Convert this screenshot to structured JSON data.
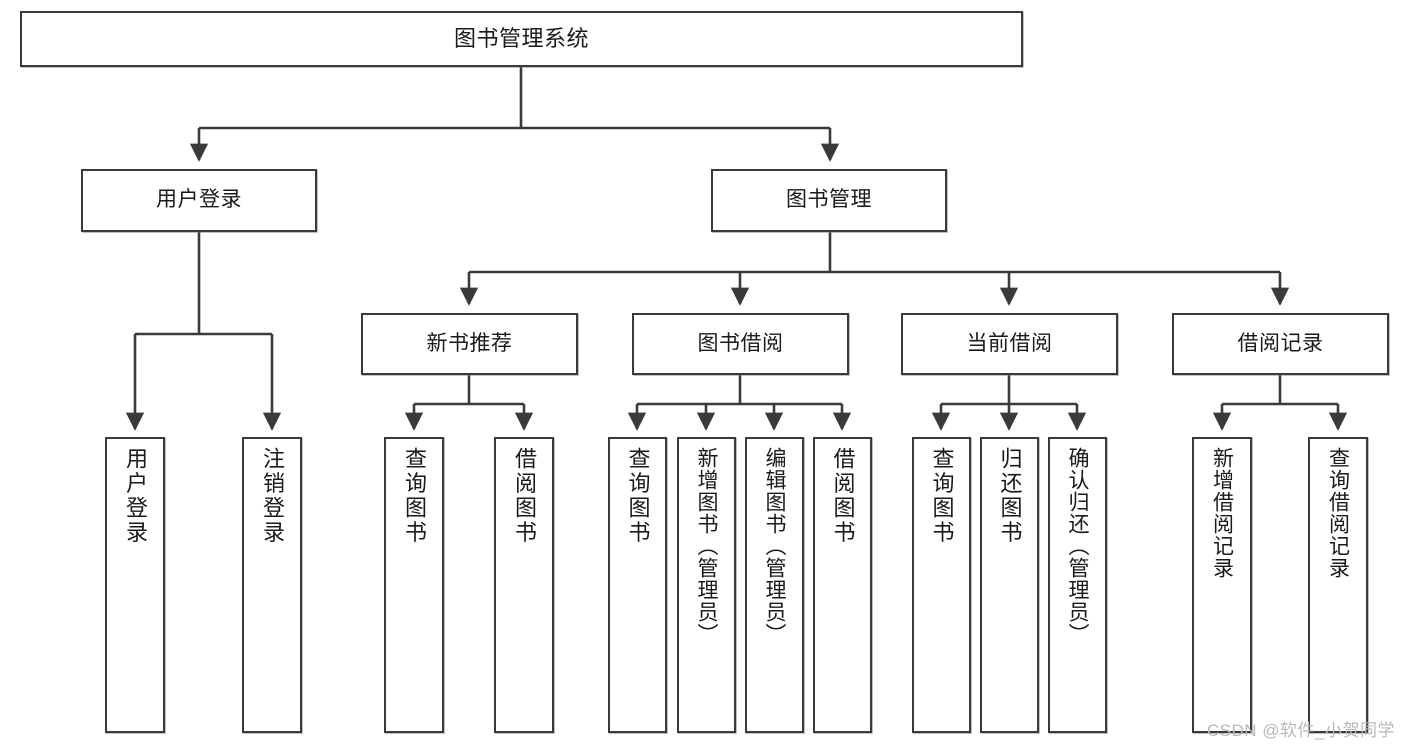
{
  "diagram": {
    "type": "tree-hierarchy",
    "title": "图书管理系统",
    "orientation": "top-down",
    "edge_style": "orthogonal-arrow",
    "colors": {
      "node_border": "#3a3a3a",
      "node_fill": "#ffffff",
      "edge": "#3a3a3a",
      "text": "#1a1a1a",
      "watermark": "#b9b9b9",
      "background": "#ffffff"
    },
    "root": {
      "id": "root",
      "label": "图书管理系统"
    },
    "level1": [
      {
        "id": "user-login",
        "label": "用户登录"
      },
      {
        "id": "book-manage",
        "label": "图书管理"
      }
    ],
    "level2": [
      {
        "id": "new-book-rec",
        "label": "新书推荐",
        "parent": "book-manage"
      },
      {
        "id": "book-borrow",
        "label": "图书借阅",
        "parent": "book-manage"
      },
      {
        "id": "current-borrow",
        "label": "当前借阅",
        "parent": "book-manage"
      },
      {
        "id": "borrow-record",
        "label": "借阅记录",
        "parent": "book-manage"
      }
    ],
    "leaves": {
      "user-login": [
        {
          "id": "leaf-user-login",
          "label": "用户登录"
        },
        {
          "id": "leaf-user-logout",
          "label": "注销登录"
        }
      ],
      "new-book-rec": [
        {
          "id": "leaf-query-book-1",
          "label": "查询图书"
        },
        {
          "id": "leaf-borrow-book-1",
          "label": "借阅图书"
        }
      ],
      "book-borrow": [
        {
          "id": "leaf-query-book-2",
          "label": "查询图书"
        },
        {
          "id": "leaf-add-book",
          "label": "新增图书（管理员）"
        },
        {
          "id": "leaf-edit-book",
          "label": "编辑图书（管理员）"
        },
        {
          "id": "leaf-borrow-book-2",
          "label": "借阅图书"
        }
      ],
      "current-borrow": [
        {
          "id": "leaf-query-book-3",
          "label": "查询图书"
        },
        {
          "id": "leaf-return-book",
          "label": "归还图书"
        },
        {
          "id": "leaf-confirm-return",
          "label": "确认归还（管理员）"
        }
      ],
      "borrow-record": [
        {
          "id": "leaf-add-record",
          "label": "新增借阅记录"
        },
        {
          "id": "leaf-query-record",
          "label": "查询借阅记录"
        }
      ]
    }
  },
  "watermark": {
    "text": "CSDN @软件_小贺同学"
  }
}
